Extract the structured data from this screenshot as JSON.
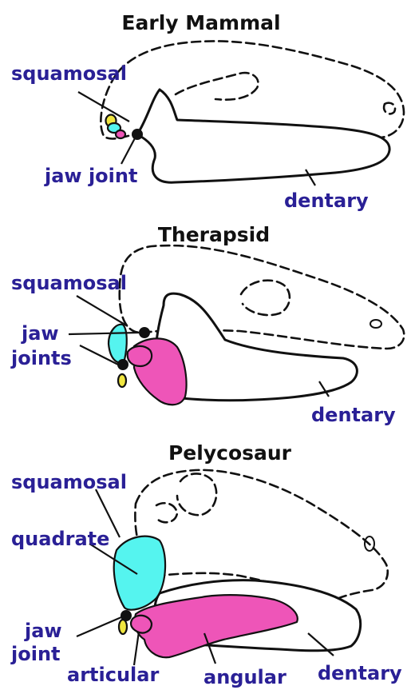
{
  "colors": {
    "label": "#2a2096",
    "title": "#111111",
    "squamosal_quadrate": "#55f4ef",
    "angular": "#ee55b8",
    "articular": "#f0e640",
    "outline": "#111111"
  },
  "panels": {
    "mammal": {
      "title": "Early Mammal",
      "squamosal": "squamosal",
      "jaw_joint": "jaw joint",
      "dentary": "dentary"
    },
    "therapsid": {
      "title": "Therapsid",
      "squamosal": "squamosal",
      "jaw_joints_1": "jaw",
      "jaw_joints_2": "joints",
      "dentary": "dentary"
    },
    "pelycosaur": {
      "title": "Pelycosaur",
      "squamosal": "squamosal",
      "quadrate": "quadrate",
      "jaw_joint_1": "jaw",
      "jaw_joint_2": "joint",
      "articular": "articular",
      "angular": "angular",
      "dentary": "dentary"
    }
  }
}
